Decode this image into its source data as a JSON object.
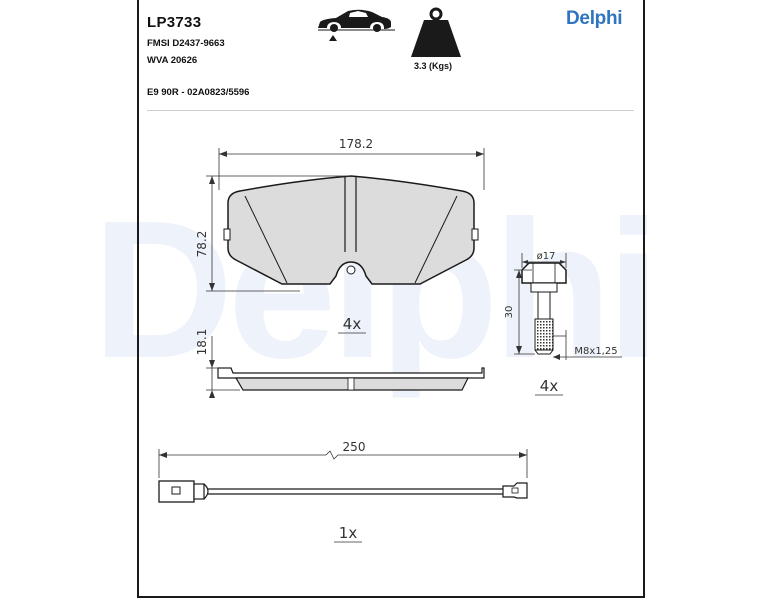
{
  "header": {
    "part_number": "LP3733",
    "fmsi": "FMSI D2437-9663",
    "wva": "WVA 20626",
    "approval": "E9 90R - 02A0823/5596",
    "weight": "3.3 (Kgs)",
    "brand": "Delphi",
    "watermark": "Delphi"
  },
  "icons": {
    "vehicle": "car-front-axle-icon",
    "weight": "weight-icon"
  },
  "pad": {
    "width": "178.2",
    "height": "78.2",
    "thickness": "18.1",
    "quantity": "4x"
  },
  "bolt": {
    "head_diameter": "ø17",
    "length": "30",
    "thread": "M8x1,25",
    "quantity": "4x"
  },
  "sensor": {
    "length": "250",
    "quantity": "1x"
  },
  "colors": {
    "brand": "#2f74c0",
    "watermark": "#eef2fa",
    "pad_fill": "#dcdcdc",
    "line": "#1a1a1a"
  }
}
